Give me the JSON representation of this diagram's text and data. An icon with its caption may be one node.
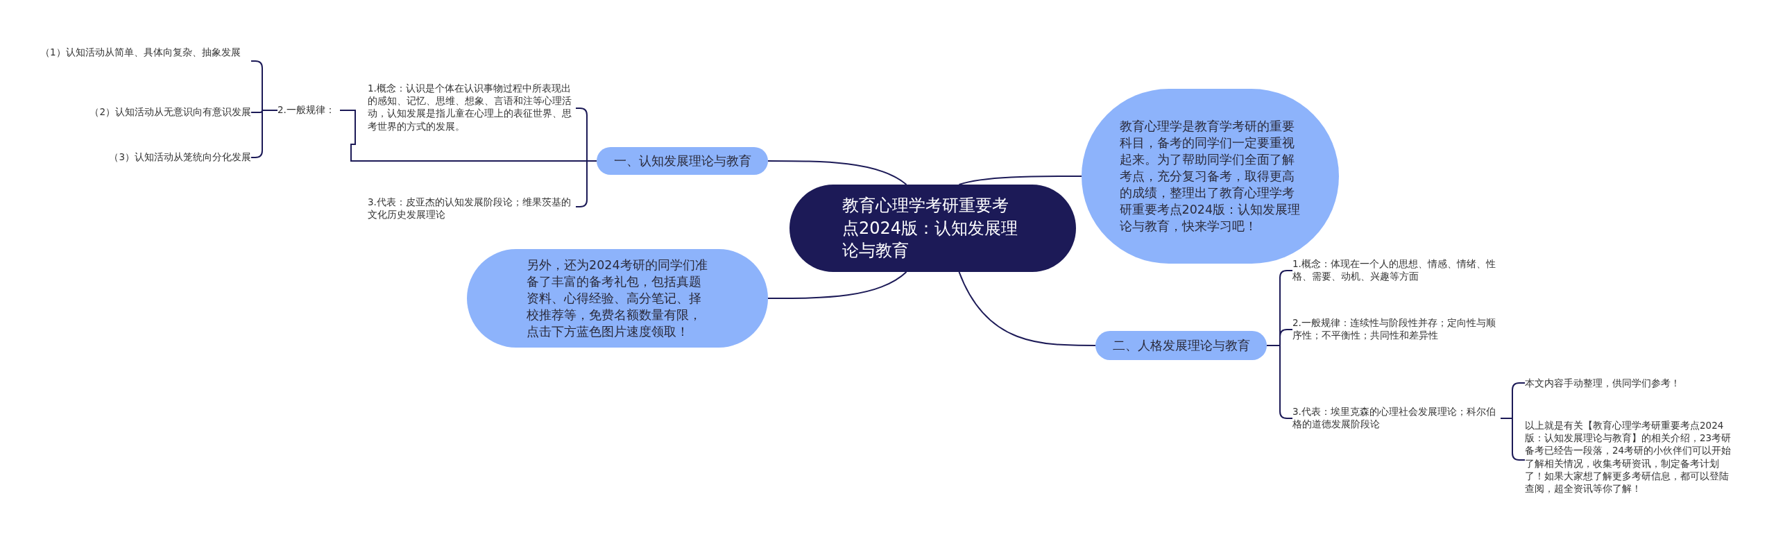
{
  "diagram": {
    "nodes": [
      {
        "text": [
          "教育心理学考研重要考点2024版：认知发展理论与教育"
        ]
      },
      {
        "text": [
          "一、认知发展理论与教育"
        ]
      },
      {
        "text": [
          "1.概念：认识是个体在认识事物过程中所表现出的感知、记忆、思维、想象、言语和注等心理活动，认知发展是指儿童在心理上的表征世界、思考世界的方式的发展。"
        ]
      },
      {
        "text": [
          "2.一般规律："
        ]
      },
      {
        "text": [
          "（1）认知活动从简单、具体向复杂、抽象发展"
        ]
      },
      {
        "text": [
          "（2）认知活动从无意识向有意识发展"
        ]
      },
      {
        "text": [
          "（3）认知活动从笼统向分化发展"
        ]
      },
      {
        "text": [
          "3.代表：皮亚杰的认知发展阶段论；维果茨基的文化历史发展理论"
        ]
      },
      {
        "text": [
          "教育心理学是教育学考研的重要科目，备考的同学们一定要重视起来。为了帮助同学们全面了解考点，充分复习备考，取得更高的成绩，整理出了教育心理学考研重要考点2024版：认知发展理论与教育，快来学习吧！"
        ]
      },
      {
        "text": [
          "另外，还为2024考研的同学们准备了丰富的备考礼包，包括真题资料、心得经验、高分笔记、择校推荐等，免费名额数量有限，点击下方蓝色图片速度领取！"
        ]
      },
      {
        "text": [
          "二、人格发展理论与教育"
        ]
      },
      {
        "text": [
          "1.概念：体现在一个人的思想、情感、情绪、性格、需要、动机、兴趣等方面"
        ]
      },
      {
        "text": [
          "2.一般规律：连续性与阶段性并存；定向性与顺序性；不平衡性；共同性和差异性"
        ]
      },
      {
        "text": [
          "3.代表：埃里克森的心理社会发展理论；科尔伯格的道德发展阶段论"
        ]
      },
      {
        "text": [
          "本文内容手动整理，供同学们参考！"
        ]
      },
      {
        "text": [
          "以上就是有关【教育心理学考研重要考点2024版：认知发展理论与教育】的相关介绍，23考研备考已经告一段落，24考研的小伙伴们可以开始了解相关情况，收集考研资讯，制定备考计划了！如果大家想了解更多考研信息，都可以登陆查阅，超全资讯等你了解！"
        ]
      }
    ],
    "edges": [
      {
        "from": 0,
        "to": 1,
        "arrow": "none"
      },
      {
        "from": 1,
        "to": 2,
        "arrow": "none"
      },
      {
        "from": 1,
        "to": 3,
        "arrow": "none"
      },
      {
        "from": 3,
        "to": 4,
        "arrow": "none"
      },
      {
        "from": 3,
        "to": 5,
        "arrow": "none"
      },
      {
        "from": 3,
        "to": 6,
        "arrow": "none"
      },
      {
        "from": 1,
        "to": 7,
        "arrow": "none"
      },
      {
        "from": 0,
        "to": 8,
        "arrow": "none"
      },
      {
        "from": 0,
        "to": 9,
        "arrow": "none"
      },
      {
        "from": 0,
        "to": 10,
        "arrow": "none"
      },
      {
        "from": 10,
        "to": 11,
        "arrow": "none"
      },
      {
        "from": 10,
        "to": 12,
        "arrow": "none"
      },
      {
        "from": 10,
        "to": 13,
        "arrow": "none"
      },
      {
        "from": 13,
        "to": 14,
        "arrow": "none"
      },
      {
        "from": 13,
        "to": 15,
        "arrow": "none"
      }
    ]
  }
}
